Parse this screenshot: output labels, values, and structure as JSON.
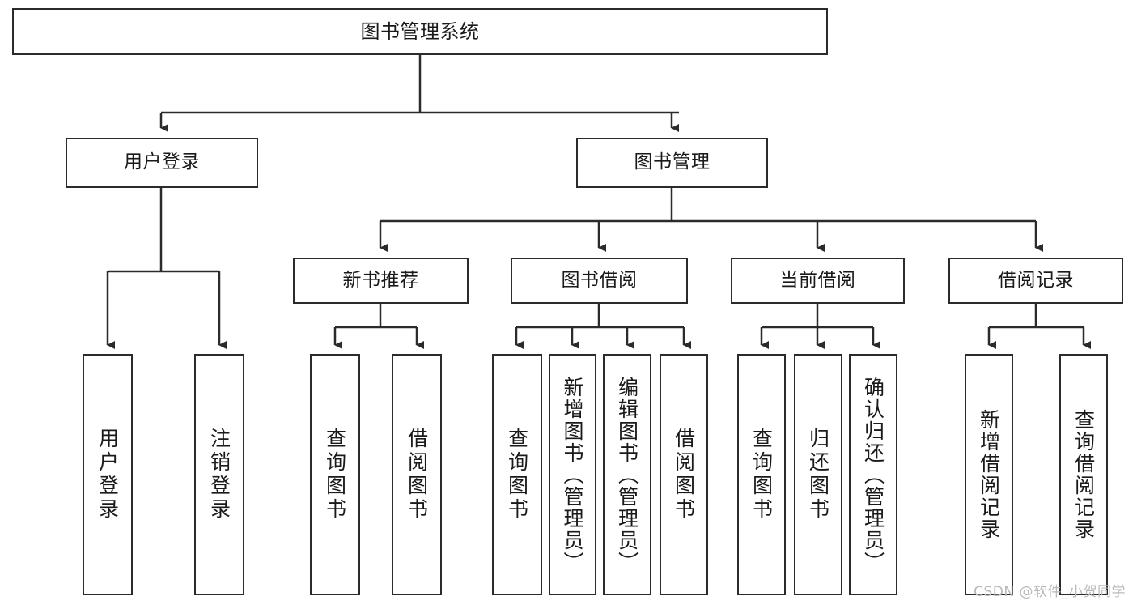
{
  "diagram": {
    "type": "tree",
    "title": "图书管理系统",
    "watermark": "CSDN @软件_小贺同学",
    "colors": {
      "box_border": "#2b2b2b",
      "box_fill": "#ffffff",
      "connector": "#2b2b2b",
      "text": "#1a1a1a",
      "watermark": "#b9b9b9"
    },
    "nodes": {
      "root": {
        "label": "图书管理系统"
      },
      "level2": [
        {
          "label": "用户登录"
        },
        {
          "label": "图书管理"
        }
      ],
      "level3": [
        {
          "label": "新书推荐"
        },
        {
          "label": "图书借阅"
        },
        {
          "label": "当前借阅"
        },
        {
          "label": "借阅记录"
        }
      ],
      "leaves": {
        "user_login": [
          {
            "label": "用户登录"
          },
          {
            "label": "注销登录"
          }
        ],
        "new_book_recommend": [
          {
            "label": "查询图书"
          },
          {
            "label": "借阅图书"
          }
        ],
        "book_borrow": [
          {
            "label": "查询图书"
          },
          {
            "label": "新增图书（管理员）"
          },
          {
            "label": "编辑图书（管理员）"
          },
          {
            "label": "借阅图书"
          }
        ],
        "current_borrow": [
          {
            "label": "查询图书"
          },
          {
            "label": "归还图书"
          },
          {
            "label": "确认归还（管理员）"
          }
        ],
        "borrow_record": [
          {
            "label": "新增借阅记录"
          },
          {
            "label": "查询借阅记录"
          }
        ]
      }
    }
  }
}
